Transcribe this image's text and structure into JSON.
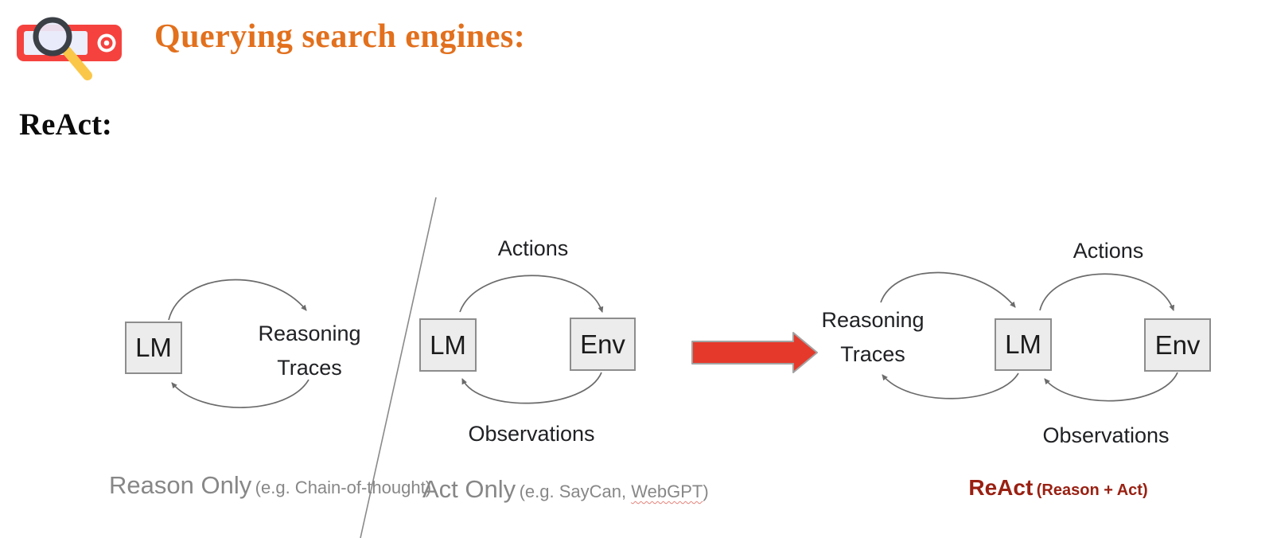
{
  "header": {
    "title": "Querying search engines:",
    "icon": "search-bar-magnifier-icon"
  },
  "section": {
    "heading": "ReAct:"
  },
  "diagrams": {
    "reason_only": {
      "lm": "LM",
      "node_line1": "Reasoning",
      "node_line2": "Traces",
      "caption": "Reason Only",
      "caption_note": "(e.g. Chain-of-thought)"
    },
    "act_only": {
      "lm": "LM",
      "env": "Env",
      "top_label": "Actions",
      "bottom_label": "Observations",
      "caption": "Act Only",
      "caption_note_prefix": "(e.g. SayCan, ",
      "caption_note_flagged": "WebGPT",
      "caption_note_suffix": ")"
    },
    "react": {
      "lm": "LM",
      "env": "Env",
      "node_line1": "Reasoning",
      "node_line2": "Traces",
      "top_label": "Actions",
      "bottom_label": "Observations",
      "caption": "ReAct",
      "caption_note": "(Reason + Act)"
    }
  },
  "colors": {
    "title_orange": "#e2701d",
    "react_maroon": "#992012",
    "transform_arrow_red": "#e5392b",
    "box_fill": "#ececec",
    "box_border": "#8d8d8d",
    "arc_gray": "#6b6b6b",
    "caption_gray": "#878787",
    "spellcheck_squiggle": "#e6837b",
    "icon_red": "#f5423e",
    "icon_handle_yellow": "#fbc748"
  }
}
